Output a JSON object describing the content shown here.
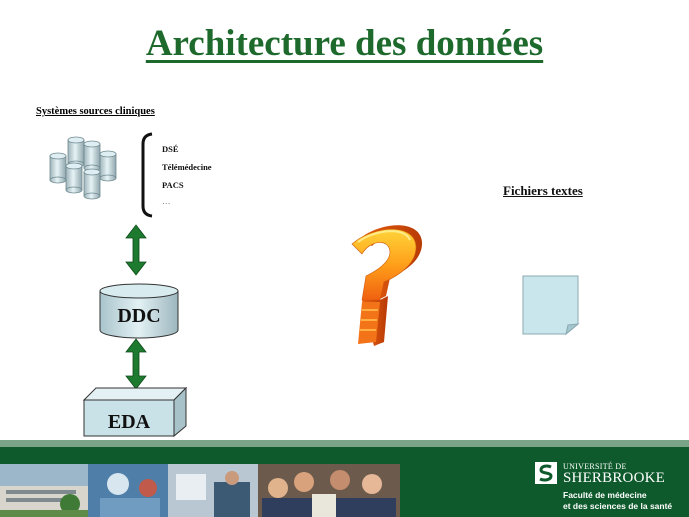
{
  "title": "Architecture des données",
  "sources": {
    "label": "Systèmes sources cliniques",
    "items": [
      "DSÉ",
      "Télémédecine",
      "PACS",
      "…"
    ]
  },
  "fichiers_label": "Fichiers textes",
  "ddc_label": "DDC",
  "eda_label": "EDA",
  "footer": {
    "university_small": "UNIVERSITÉ DE",
    "university_big": "SHERBROOKE",
    "faculty_line1": "Faculté de médecine",
    "faculty_line2": "et des sciences de la santé"
  },
  "colors": {
    "title_green": "#1e6a2c",
    "arrow_green": "#1e7a2e",
    "footer_green": "#0f5a2c",
    "cylinder_fill": "#cfe6ec",
    "doc_fill": "#c9e6ec"
  },
  "icons": [
    "database-cylinders-icon",
    "double-arrow-icon",
    "question-mark-3d-icon",
    "document-icon",
    "university-logo-icon"
  ]
}
